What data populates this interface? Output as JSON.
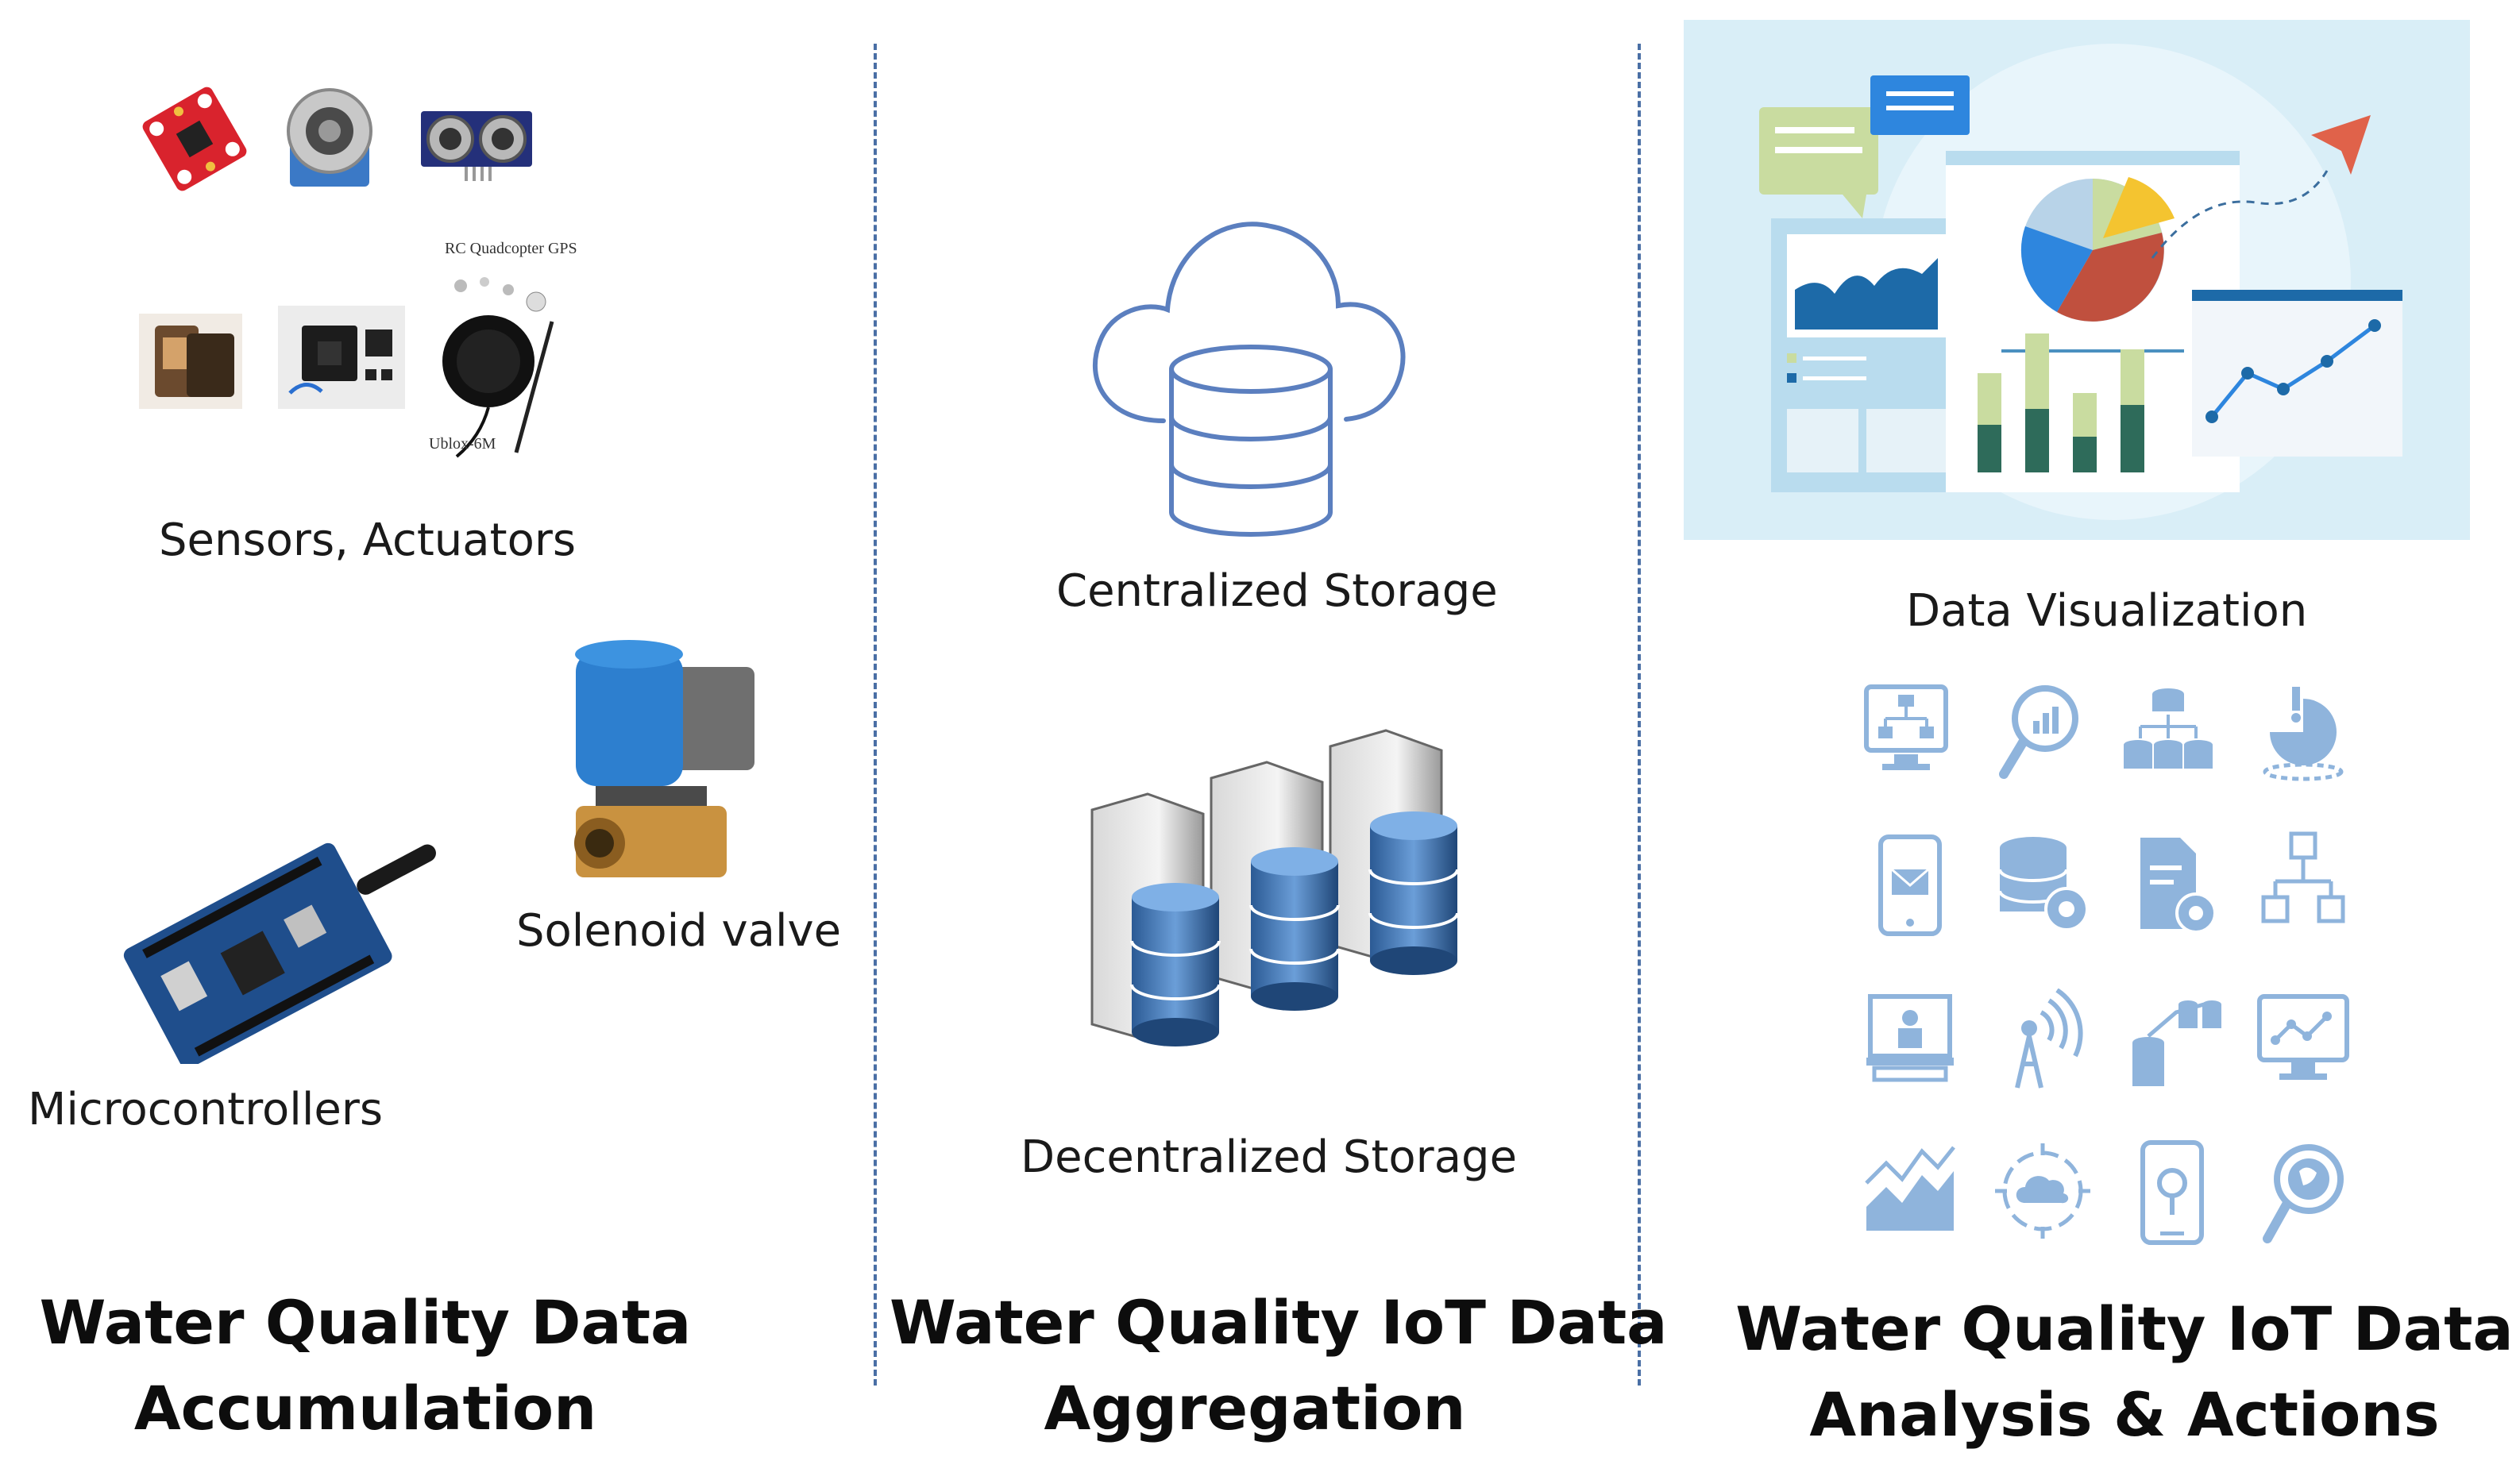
{
  "columns": [
    {
      "title_line1": "Water Quality Data",
      "title_line2": "Accumulation",
      "labels": {
        "sensors": "Sensors, Actuators",
        "valve": "Solenoid valve",
        "micro": "Microcontrollers",
        "gps_caption": "RC Quadcopter GPS",
        "gps_model": "Ublox-6M"
      }
    },
    {
      "title_line1": "Water Quality IoT Data",
      "title_line2": "Aggregation",
      "labels": {
        "centralized": "Centralized Storage",
        "decentralized": "Decentralized Storage"
      }
    },
    {
      "title_line1": "Water Quality IoT Data",
      "title_line2": "Analysis & Actions",
      "labels": {
        "visualization": "Data Visualization"
      }
    }
  ],
  "icons": [
    "flowchart-monitor-icon",
    "magnifier-chart-icon",
    "database-network-icon",
    "pie-alert-icon",
    "phone-mail-icon",
    "database-gear-icon",
    "document-gear-icon",
    "flowchart-icon",
    "presentation-screen-icon",
    "signal-antenna-icon",
    "database-nodes-icon",
    "monitor-graph-icon",
    "area-chart-icon",
    "cloud-target-icon",
    "phone-location-icon",
    "globe-search-icon"
  ],
  "colors": {
    "divider": "#4a6fa5",
    "icon_blue": "#8fb4dc",
    "cloud_line": "#5b7fbf",
    "viz_bg": "#d9eef7"
  }
}
